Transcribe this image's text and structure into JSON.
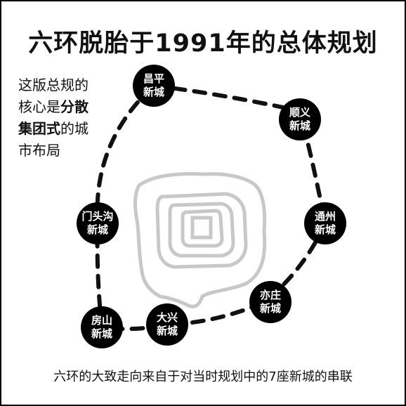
{
  "title": "六环脱胎于1991年的总体规划",
  "note": {
    "line1": "这版总规的",
    "line2_pre": "核心是",
    "line2_bold": "分散",
    "line3_bold": "集团式",
    "line3_post": "的城",
    "line4": "市布局"
  },
  "cities": [
    {
      "line1": "昌平",
      "line2": "新城"
    },
    {
      "line1": "顺义",
      "line2": "新城"
    },
    {
      "line1": "通州",
      "line2": "新城"
    },
    {
      "line1": "亦庄",
      "line2": "新城"
    },
    {
      "line1": "大兴",
      "line2": "新城"
    },
    {
      "line1": "房山",
      "line2": "新城"
    },
    {
      "line1": "门头沟",
      "line2": "新城"
    }
  ],
  "footer": "六环的大致走向来自于对当时规划中的7座新城的串联",
  "colors": {
    "ring": "#111111",
    "city_fill": "#000000",
    "city_text": "#ffffff",
    "inner_rings": "#c8c8c8"
  }
}
